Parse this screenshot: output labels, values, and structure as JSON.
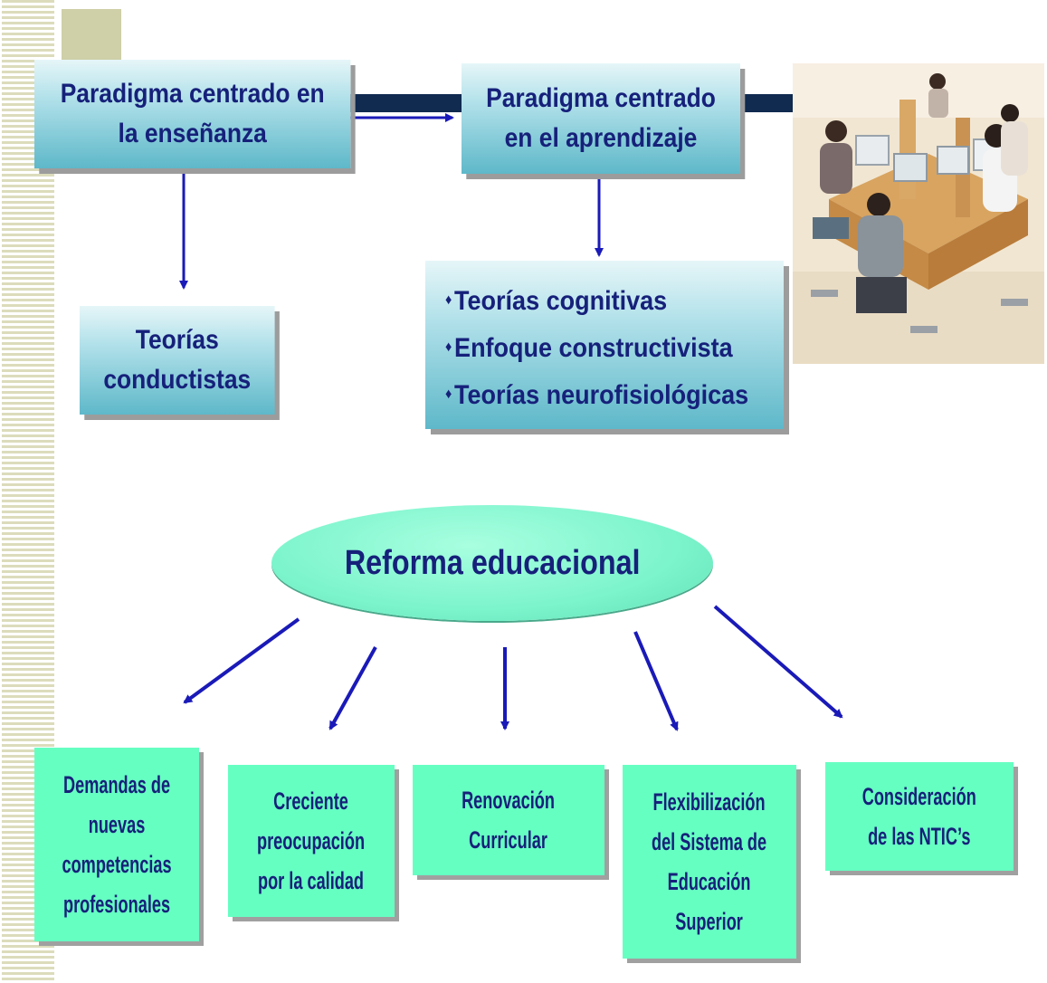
{
  "top_left_box": {
    "lines": [
      "Paradigma centrado en",
      "la enseñanza"
    ]
  },
  "top_mid_box": {
    "lines": [
      "Paradigma centrado",
      "en el aprendizaje"
    ]
  },
  "behaviorist_box": {
    "lines": [
      "Teorías",
      "conductistas"
    ]
  },
  "learning_theories": {
    "bullet": "♦",
    "items": [
      "Teorías cognitivas",
      "Enfoque constructivista",
      "Teorías neurofisiológicas"
    ]
  },
  "reform_ellipse": {
    "label": "Reforma educacional"
  },
  "reform_boxes": [
    {
      "lines": [
        "Demandas de",
        "nuevas",
        "competencias",
        "profesionales"
      ]
    },
    {
      "lines": [
        "Creciente",
        "preocupación",
        "por la calidad"
      ]
    },
    {
      "lines": [
        "Renovación",
        "Curricular"
      ]
    },
    {
      "lines": [
        "Flexibilización",
        "del Sistema de",
        "Educación",
        "Superior"
      ]
    },
    {
      "lines": [
        "Consideración",
        "de las NTIC’s"
      ]
    }
  ],
  "colors": {
    "text": "#16217a",
    "arrow": "#1a1ab8",
    "connector": "#102a50",
    "green_box": "#66ffc2",
    "blue_box_light": "#e6f6f8",
    "blue_box_dark": "#5eb8c9",
    "ellipse": "#7cf4cc"
  },
  "photo": {
    "description_icon": "classroom-photo"
  }
}
